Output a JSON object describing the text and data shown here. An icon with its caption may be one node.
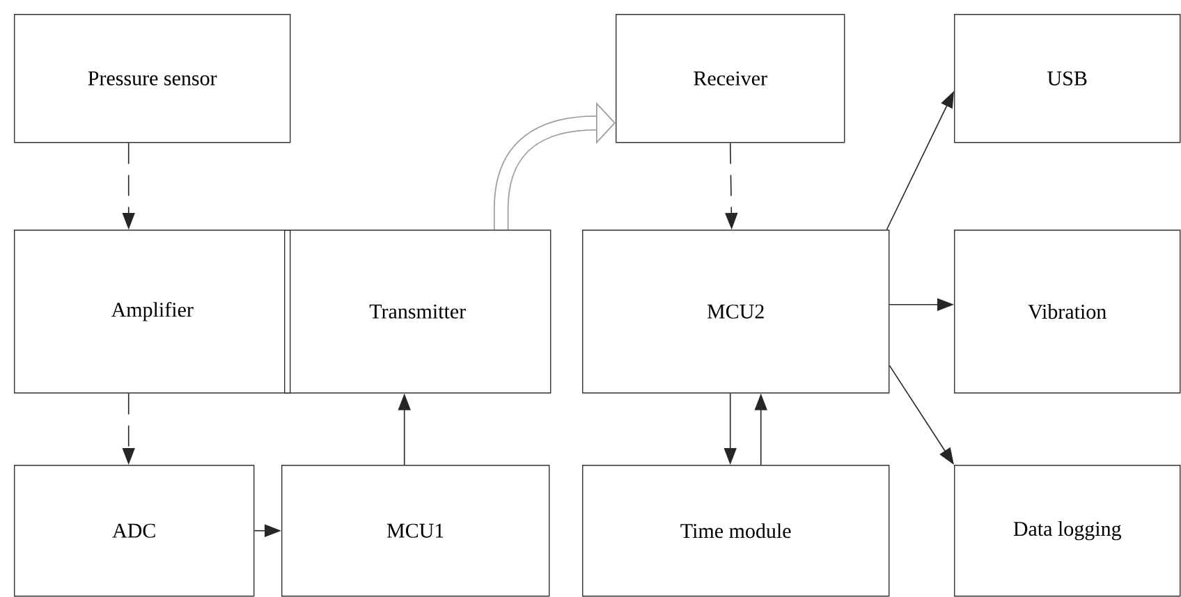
{
  "diagram": {
    "nodes": [
      {
        "text": [
          "Pressure sensor"
        ]
      },
      {
        "text": [
          "Amplifier"
        ]
      },
      {
        "text": [
          "ADC"
        ]
      },
      {
        "text": [
          "Transmitter"
        ]
      },
      {
        "text": [
          "MCU1"
        ]
      },
      {
        "text": [
          "Receiver"
        ]
      },
      {
        "text": [
          "MCU2"
        ]
      },
      {
        "text": [
          "Time module"
        ]
      },
      {
        "text": [
          "USB"
        ]
      },
      {
        "text": [
          "Vibration"
        ]
      },
      {
        "text": [
          "Data logging"
        ]
      }
    ],
    "edges": [
      {
        "from": 0,
        "to": 1,
        "arrow": "to",
        "style": "dashed"
      },
      {
        "from": 1,
        "to": 2,
        "arrow": "to",
        "style": "dashed"
      },
      {
        "from": 2,
        "to": 4,
        "arrow": "to"
      },
      {
        "from": 4,
        "to": 3,
        "arrow": "to"
      },
      {
        "from": 3,
        "to": 5,
        "arrow": "to",
        "style": "thick",
        "color": "#a0a0a0"
      },
      {
        "from": 5,
        "to": 6,
        "arrow": "to",
        "style": "dashed"
      },
      {
        "from": 6,
        "to": 8,
        "arrow": "to"
      },
      {
        "from": 6,
        "to": 9,
        "arrow": "to"
      },
      {
        "from": 6,
        "to": 10,
        "arrow": "to"
      },
      {
        "from": 6,
        "to": 7,
        "arrow": "to"
      },
      {
        "from": 7,
        "to": 6,
        "arrow": "to"
      }
    ]
  }
}
